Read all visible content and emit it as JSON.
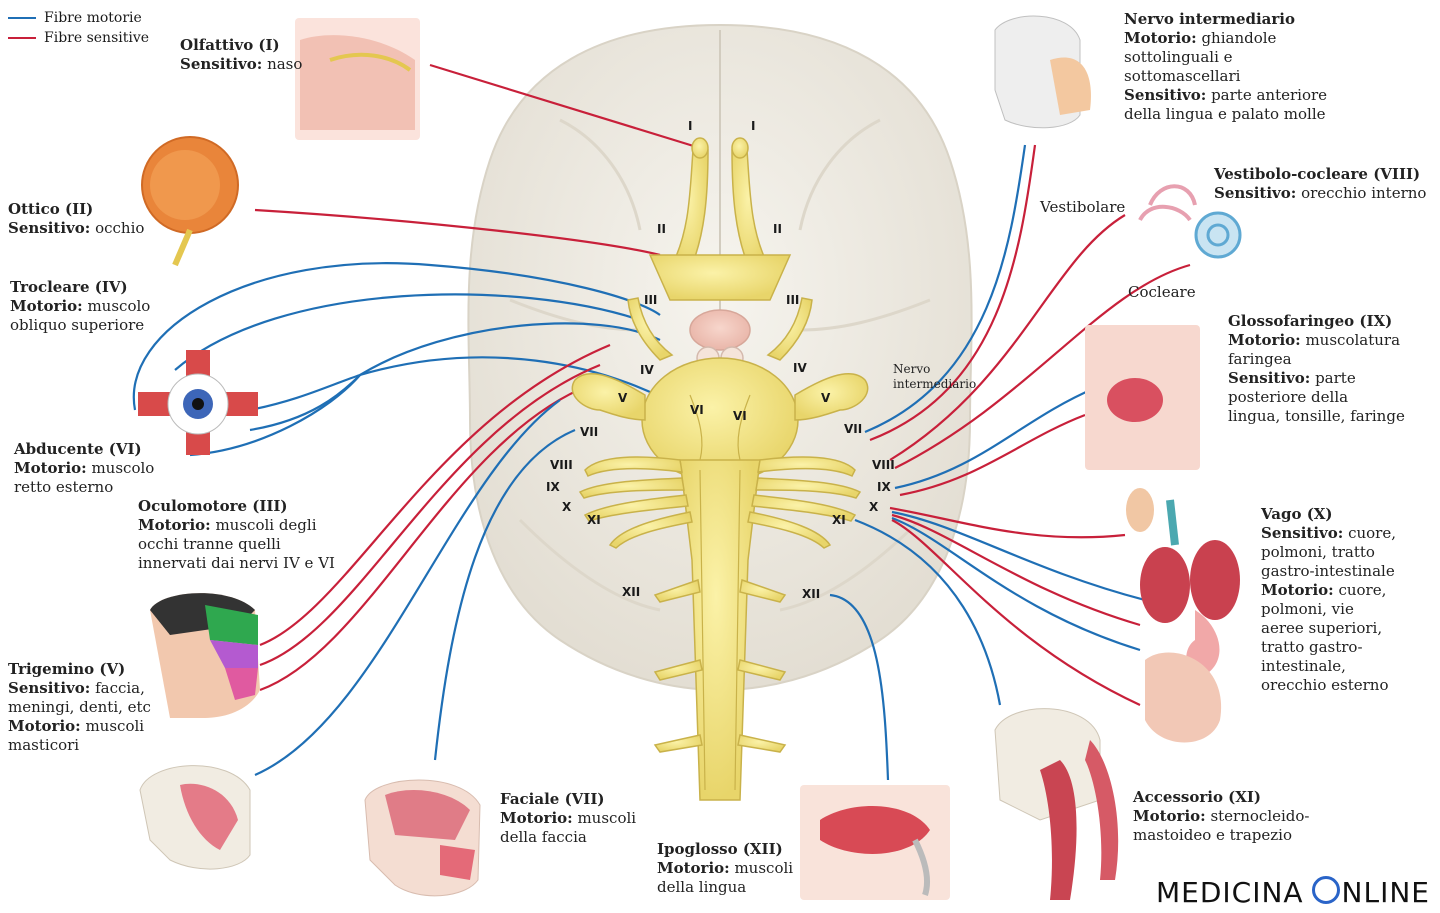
{
  "legend": {
    "motor": {
      "label": "Fibre motorie",
      "color": "#1f6fb5"
    },
    "sensory": {
      "label": "Fibre sensitive",
      "color": "#c8203a"
    }
  },
  "nerves": {
    "olfattivo": {
      "title": "Olfattivo (I)",
      "l1b": "Sensitivo:",
      "l1": " naso"
    },
    "ottico": {
      "title": "Ottico (II)",
      "l1b": "Sensitivo:",
      "l1": " occhio"
    },
    "trocleare": {
      "title": "Trocleare (IV)",
      "l1b": "Motorio:",
      "l1": " muscolo",
      "l2": "obliquo superiore"
    },
    "abducente": {
      "title": "Abducente (VI)",
      "l1b": "Motorio:",
      "l1": " muscolo",
      "l2": "retto esterno"
    },
    "oculomotore": {
      "title": "Oculomotore (III)",
      "l1b": "Motorio:",
      "l1": " muscoli degli",
      "l2": "occhi tranne quelli",
      "l3": "innervati dai nervi IV e VI"
    },
    "trigemino": {
      "title": "Trigemino (V)",
      "l1b": "Sensitivo:",
      "l1": " faccia,",
      "l2": "meningi, denti, etc",
      "l3b": "Motorio:",
      "l3": " muscoli",
      "l4": "masticori"
    },
    "faciale": {
      "title": "Faciale (VII)",
      "l1b": "Motorio:",
      "l1": " muscoli",
      "l2": "della faccia"
    },
    "ipoglosso": {
      "title": "Ipoglosso (XII)",
      "l1b": "Motorio:",
      "l1": " muscoli",
      "l2": "della lingua"
    },
    "intermediario": {
      "title": "Nervo intermediario",
      "l1b": "Motorio:",
      "l1": " ghiandole",
      "l2": "sottolinguali e",
      "l3": "sottomascellari",
      "l4b": "Sensitivo:",
      "l4": " parte anteriore",
      "l5": "della lingua e palato molle"
    },
    "vestibolo": {
      "title": "Vestibolo-cocleare (VIII)",
      "l1b": "Sensitivo:",
      "l1": " orecchio interno"
    },
    "glosso": {
      "title": "Glossofaringeo (IX)",
      "l1b": "Motorio:",
      "l1": " muscolatura",
      "l2": "faringea",
      "l3b": "Sensitivo:",
      "l3": " parte",
      "l4": "posteriore della",
      "l5": "lingua, tonsille, faringe"
    },
    "vago": {
      "title": "Vago (X)",
      "l1b": "Sensitivo:",
      "l1": " cuore,",
      "l2": "polmoni, tratto",
      "l3": "gastro-intestinale",
      "l4b": "Motorio:",
      "l4": " cuore,",
      "l5": "polmoni, vie",
      "l6": "aeree superiori,",
      "l7": "tratto gastro-",
      "l8": "intestinale,",
      "l9": "orecchio esterno"
    },
    "accessorio": {
      "title": "Accessorio (XI)",
      "l1b": "Motorio:",
      "l1": " sternocleido-",
      "l2": "mastoideo e trapezio"
    }
  },
  "branch_labels": {
    "vestibolare": "Vestibolare",
    "cocleare": "Cocleare",
    "nervo_intermediario": "Nervo\nintermediario"
  },
  "roman": {
    "I_l": "I",
    "I_r": "I",
    "II_l": "II",
    "II_r": "II",
    "III_l": "III",
    "III_r": "III",
    "IV_l": "IV",
    "IV_r": "IV",
    "V_l": "V",
    "V_r": "V",
    "VI_l": "VI",
    "VI_r": "VI",
    "VII_l": "VII",
    "VII_r": "VII",
    "VIII_l": "VIII",
    "VIII_r": "VIII",
    "IX_l": "IX",
    "IX_r": "IX",
    "X_l": "X",
    "X_r": "X",
    "XI_l": "XI",
    "XI_r": "XI",
    "XII_l": "XII",
    "XII_r": "XII"
  },
  "watermark": {
    "left": "MEDICINA",
    "right": "NLINE"
  }
}
